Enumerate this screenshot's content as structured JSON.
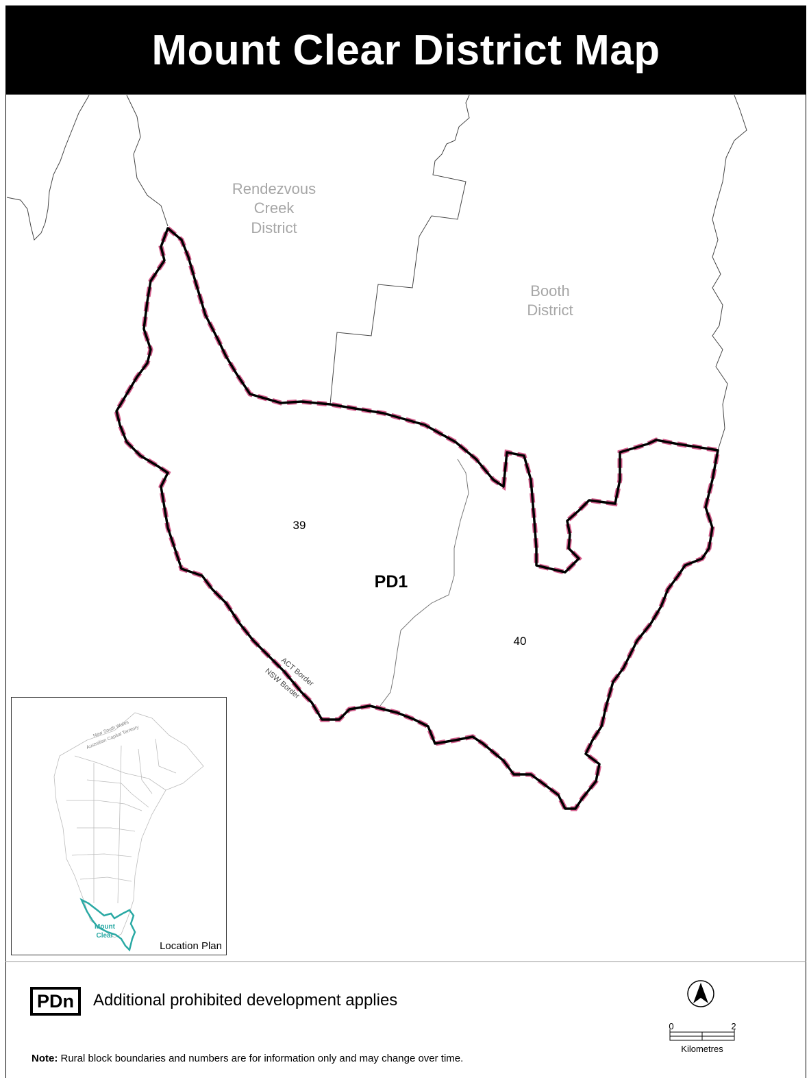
{
  "title": "Mount Clear District Map",
  "labels": {
    "rendezvous": [
      "Rendezvous",
      "Creek",
      "District"
    ],
    "booth": [
      "Booth",
      "District"
    ],
    "block_39": "39",
    "block_40": "40",
    "pd1": "PD1",
    "act_border": "ACT Border",
    "nsw_border": "NSW Border"
  },
  "inset": {
    "caption": "Location Plan",
    "nsw_label": "New South Wales",
    "act_label": "Australian Capital Territory",
    "highlight_label": [
      "Mount",
      "Clear"
    ],
    "highlight_color": "#2aa9a4"
  },
  "legend": {
    "badge": "PDn",
    "text": "Additional prohibited development applies"
  },
  "scale": {
    "min": "0",
    "max": "2",
    "unit": "Kilometres"
  },
  "note": {
    "prefix": "Note:",
    "text": " Rural block boundaries and numbers are for information only and may change over time."
  },
  "colors": {
    "boundary": "#000000",
    "border_accent": "#c2185b",
    "faint_label": "#a6a6a6"
  }
}
